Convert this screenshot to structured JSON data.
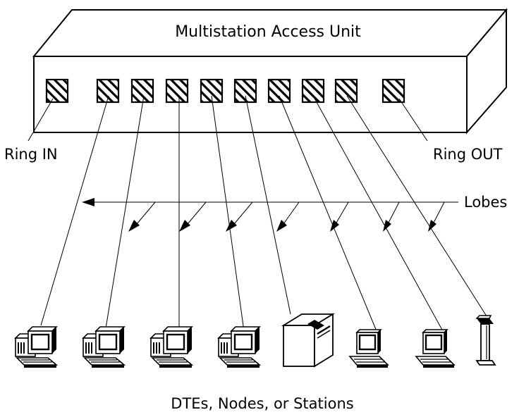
{
  "diagram": {
    "title": "Multistation Access Unit",
    "ring_in": "Ring IN",
    "ring_out": "Ring OUT",
    "lobes": "Lobes",
    "caption": "DTEs, Nodes, or Stations"
  },
  "ports": [
    "ring-in",
    "lobe",
    "lobe",
    "lobe",
    "lobe",
    "lobe",
    "lobe",
    "lobe",
    "lobe",
    "ring-out"
  ],
  "stations": [
    "desktop-pc",
    "desktop-pc",
    "desktop-pc",
    "desktop-pc",
    "tower-unit",
    "laptop",
    "laptop",
    "kiosk-terminal"
  ],
  "colors": {
    "line": "#000000",
    "background": "#ffffff"
  }
}
